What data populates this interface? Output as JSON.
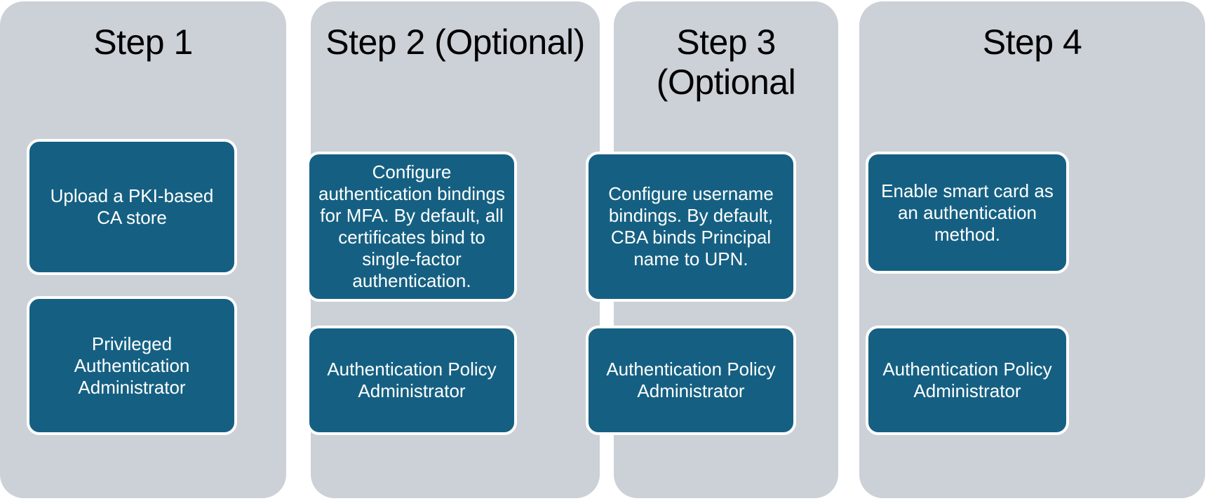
{
  "diagram": {
    "type": "process-steps",
    "orientation": "horizontal",
    "panel_count": 4,
    "colors": {
      "panel_background": "#ccd0d7",
      "box_fill": "#156082",
      "box_border": "#ffffff",
      "box_text": "#ffffff",
      "title_text": "#000000",
      "page_background": "#ffffff"
    },
    "steps": [
      {
        "id": "step-1",
        "title": "Step 1",
        "boxes": [
          {
            "id": "step-1-action",
            "text": "Upload a PKI-based CA store"
          },
          {
            "id": "step-1-role",
            "text": "Privileged Authentication Administrator"
          }
        ]
      },
      {
        "id": "step-2",
        "title": "Step 2 (Optional)",
        "boxes": [
          {
            "id": "step-2-action",
            "text": "Configure authentication bindings for MFA. By default, all certificates bind to single-factor authentication."
          },
          {
            "id": "step-2-role",
            "text": "Authentication Policy Administrator"
          }
        ]
      },
      {
        "id": "step-3",
        "title": "Step 3 (Optional",
        "boxes": [
          {
            "id": "step-3-action",
            "text": "Configure username bindings. By default, CBA binds Principal name to UPN."
          },
          {
            "id": "step-3-role",
            "text": "Authentication Policy Administrator"
          }
        ]
      },
      {
        "id": "step-4",
        "title": "Step 4",
        "boxes": [
          {
            "id": "step-4-action",
            "text": "Enable smart card as an authentication method."
          },
          {
            "id": "step-4-role",
            "text": "Authentication Policy Administrator"
          }
        ]
      }
    ]
  }
}
